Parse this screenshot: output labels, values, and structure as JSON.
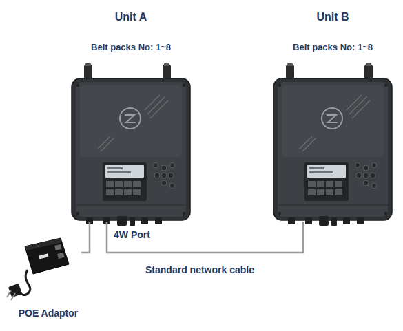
{
  "diagram": {
    "nodes": [
      {
        "text": [
          "Unit A",
          "Belt packs No: 1~8"
        ]
      },
      {
        "text": [
          "Unit B",
          "Belt packs No: 1~8"
        ]
      },
      {
        "text": [
          "POE Adaptor"
        ]
      }
    ],
    "edges": [
      {
        "from": 2,
        "to": 0,
        "arrow": "none"
      },
      {
        "from": 0,
        "to": 1,
        "arrow": "none",
        "label": "Standard network cable"
      }
    ],
    "labels": [
      "4W Port"
    ]
  }
}
